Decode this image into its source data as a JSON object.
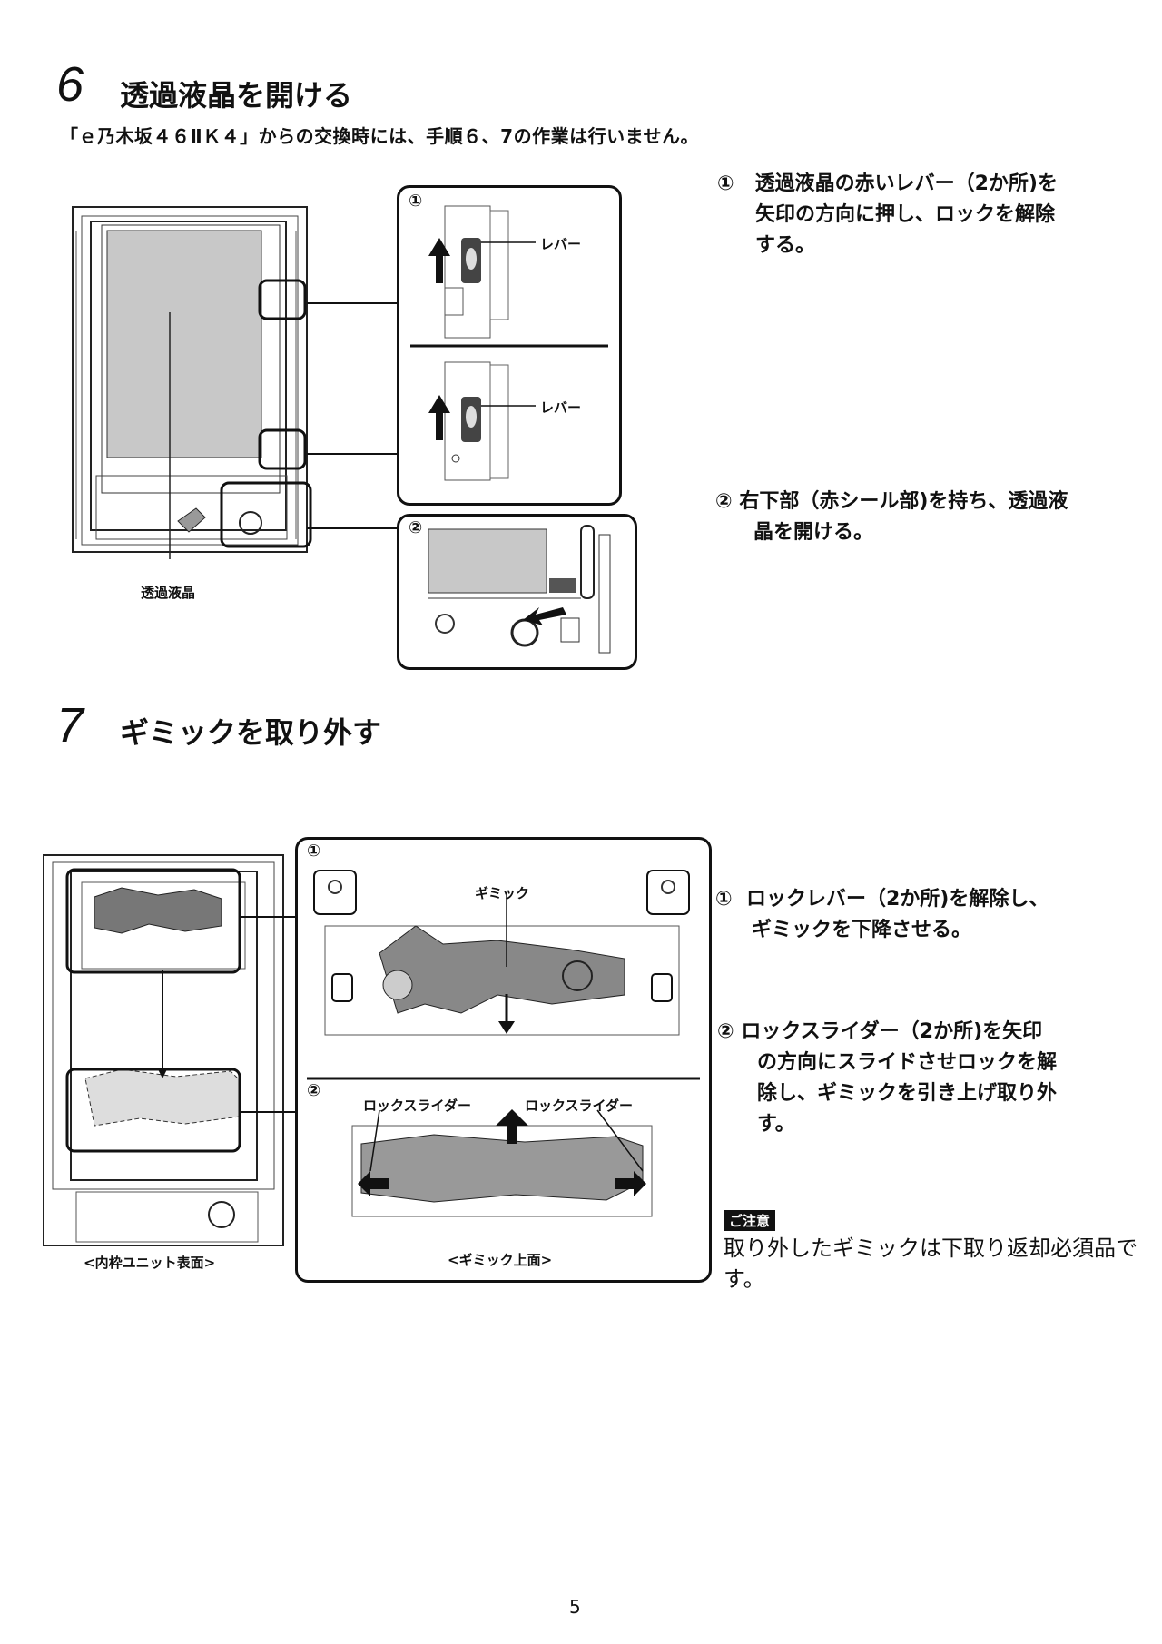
{
  "section6": {
    "number": "6",
    "title": "透過液晶を開ける",
    "subtitle": "「ｅ乃木坂４６ⅡＫ４」からの交換時には、手順６、7の作業は行いません。",
    "steps": [
      {
        "marker": "①",
        "line1": "透過液晶の赤いレバー（2か所)を",
        "line2": "矢印の方向に押し、ロックを解除",
        "line3": "する。"
      },
      {
        "marker": "②",
        "line1": "右下部（赤シール部)を持ち、透過液",
        "line2": "晶を開ける。"
      }
    ],
    "figure": {
      "unit_label": "透過液晶",
      "callout1_marker": "①",
      "lever_label_top": "レバー",
      "lever_label_bottom": "レバー",
      "callout2_marker": "②"
    }
  },
  "section7": {
    "number": "7",
    "title": "ギミックを取り外す",
    "steps": [
      {
        "marker": "①",
        "line1": "ロックレバー（2か所)を解除し、",
        "line2": "ギミックを下降させる。"
      },
      {
        "marker": "②",
        "line1": "ロックスライダー（2か所)を矢印",
        "line2": "の方向にスライドさせロックを解",
        "line3": "除し、ギミックを引き上げ取り外",
        "line4": "す。"
      }
    ],
    "caution": {
      "badge": "ご注意",
      "text": "取り外したギミックは下取り返却必須品です。"
    },
    "figure": {
      "unit_label": "<内枠ユニット表面>",
      "panel1_marker": "①",
      "gimmick_label": "ギミック",
      "panel2_marker": "②",
      "slider_label_left": "ロックスライダー",
      "slider_label_right": "ロックスライダー",
      "top_view_label": "<ギミック上面>"
    }
  },
  "page_number": "5"
}
